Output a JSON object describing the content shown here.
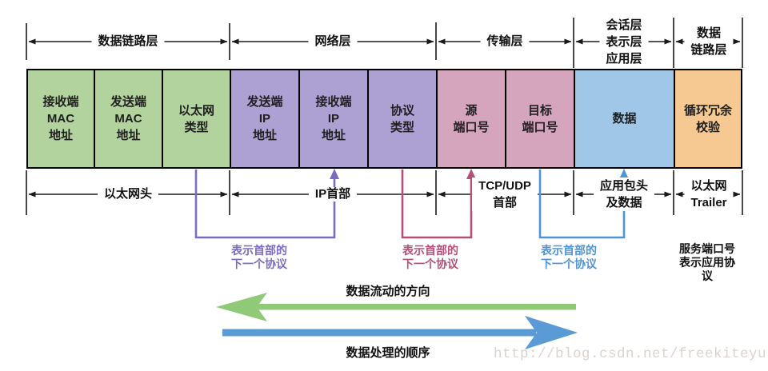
{
  "colors": {
    "ethernet_green": "#b3d39e",
    "ip_purple": "#ada0d3",
    "tcp_pink": "#d5a4bd",
    "data_blue": "#a0c6e8",
    "crc_orange": "#f6c992",
    "line_black": "#1a1a1a",
    "connector_purple": "#7c6cc0",
    "connector_pink": "#b54f78",
    "connector_blue": "#4f94d6",
    "flow_green": "#90c978",
    "flow_blue": "#5b9bd5",
    "watermark_gray": "#dad3cf"
  },
  "top_layers": [
    {
      "label": "数据链路层"
    },
    {
      "label": "网络层"
    },
    {
      "label": "传输层"
    },
    {
      "label": "会话层\n表示层\n应用层"
    },
    {
      "label": "数据\n链路层"
    }
  ],
  "packet_fields": [
    {
      "label": "接收端\nMAC\n地址"
    },
    {
      "label": "发送端\nMAC\n地址"
    },
    {
      "label": "以太网\n类型"
    },
    {
      "label": "发送端\nIP\n地址"
    },
    {
      "label": "接收端\nIP\n地址"
    },
    {
      "label": "协议\n类型"
    },
    {
      "label": "源\n端口号"
    },
    {
      "label": "目标\n端口号"
    },
    {
      "label": "数据"
    },
    {
      "label": "循环冗余\n校验"
    }
  ],
  "bottom_sections": [
    {
      "label": "以太网头"
    },
    {
      "label": "IP首部"
    },
    {
      "label": "TCP/UDP\n首部"
    },
    {
      "label": "应用包头\n及数据"
    },
    {
      "label": "以太网\nTrailer"
    }
  ],
  "annotations": [
    {
      "text": "表示首部的\n下一个协议"
    },
    {
      "text": "表示首部的\n下一个协议"
    },
    {
      "text": "表示首部的\n下一个协议"
    },
    {
      "text": "服务端口号\n表示应用协议"
    }
  ],
  "flow": {
    "data_flow_label": "数据流动的方向",
    "processing_order_label": "数据处理的顺序"
  },
  "watermark": "http://blog.csdn.net/freekiteyu"
}
